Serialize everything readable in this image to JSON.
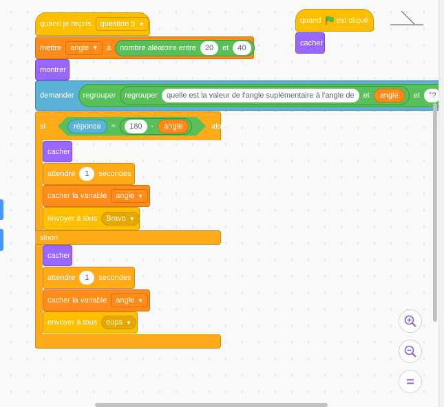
{
  "script1": {
    "hat_label": "quand je reçois",
    "hat_message": "question b",
    "set_label": "mettre",
    "set_var": "angle",
    "set_to": "à",
    "random_label": "nombre aléatoire entre",
    "random_min": "20",
    "random_and": "et",
    "random_max": "40",
    "show_label": "montrer",
    "ask_label": "demander",
    "join_label": "regrouper",
    "join_text": "quelle est la valeur de l'angle suplémentaire à l'angle de",
    "join_and": "et",
    "angle_var": "angle",
    "join_and2": "et",
    "join_tail": "°?",
    "if_label": "si",
    "answer_label": "réponse",
    "eq_sign": "=",
    "value_180": "180",
    "minus_sign": "-",
    "then_label": "alors",
    "hide_label": "cacher",
    "wait_label": "attendre",
    "wait_value": "1",
    "seconds_label": "secondes",
    "hidevar_label": "cacher la variable",
    "hidevar_var": "angle",
    "broadcast_label": "envoyer à tous",
    "broadcast_msg1": "Bravo",
    "else_label": "sinon",
    "broadcast_msg2": "oups"
  },
  "script2": {
    "hat_label": "quand",
    "hat_label2": "est cliqué",
    "hide_label": "cacher"
  },
  "colors": {
    "events": "#ffbf00",
    "control": "#ffab19",
    "variables": "#ff8c1a",
    "looks": "#9966ff",
    "sensing": "#5cb1d6",
    "operators": "#59c059"
  },
  "zoom_controls": [
    "zoom-in-icon",
    "zoom-out-icon",
    "zoom-reset-icon"
  ]
}
